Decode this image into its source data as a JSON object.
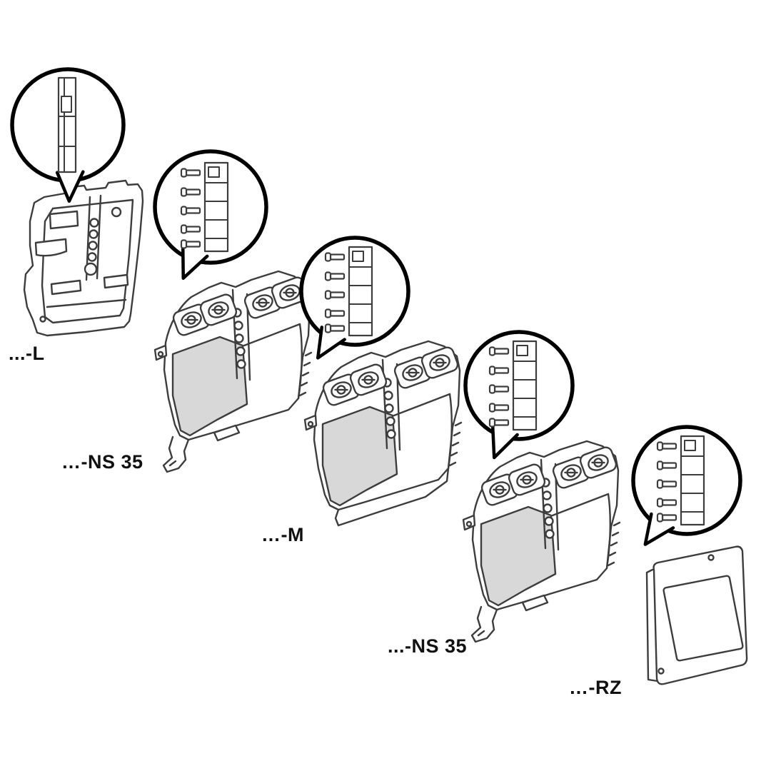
{
  "figure": {
    "items": [
      {
        "label": "...-L"
      },
      {
        "label": "…-NS 35"
      },
      {
        "label": "…-M"
      },
      {
        "label": "...-NS 35"
      },
      {
        "label": "…-RZ"
      }
    ],
    "colors": {
      "line": "#3d3d3d",
      "callout_ring": "#000000",
      "shade": "#d8d8d8",
      "background": "#ffffff"
    }
  }
}
